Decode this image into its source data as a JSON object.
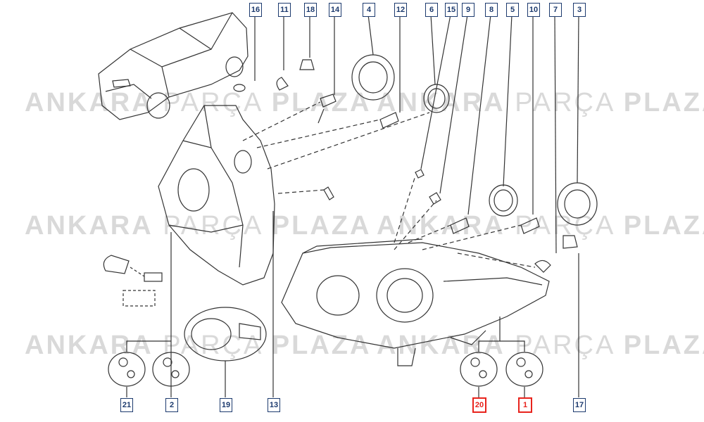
{
  "watermark": {
    "bold_a": "ANKARA",
    "light": "PARÇA",
    "bold_b": "PLAZA"
  },
  "callouts": [
    {
      "id": "c16",
      "label": "16",
      "highlight": false
    },
    {
      "id": "c11",
      "label": "11",
      "highlight": false
    },
    {
      "id": "c18",
      "label": "18",
      "highlight": false
    },
    {
      "id": "c14",
      "label": "14",
      "highlight": false
    },
    {
      "id": "c4",
      "label": "4",
      "highlight": false
    },
    {
      "id": "c12",
      "label": "12",
      "highlight": false
    },
    {
      "id": "c6",
      "label": "6",
      "highlight": false
    },
    {
      "id": "c15",
      "label": "15",
      "highlight": false
    },
    {
      "id": "c9",
      "label": "9",
      "highlight": false
    },
    {
      "id": "c8",
      "label": "8",
      "highlight": false
    },
    {
      "id": "c5",
      "label": "5",
      "highlight": false
    },
    {
      "id": "c10",
      "label": "10",
      "highlight": false
    },
    {
      "id": "c7",
      "label": "7",
      "highlight": false
    },
    {
      "id": "c3",
      "label": "3",
      "highlight": false
    },
    {
      "id": "c21",
      "label": "21",
      "highlight": false
    },
    {
      "id": "c2",
      "label": "2",
      "highlight": false
    },
    {
      "id": "c19",
      "label": "19",
      "highlight": false
    },
    {
      "id": "c13",
      "label": "13",
      "highlight": false
    },
    {
      "id": "c20",
      "label": "20",
      "highlight": true
    },
    {
      "id": "c1",
      "label": "1",
      "highlight": true
    },
    {
      "id": "c17",
      "label": "17",
      "highlight": false
    }
  ],
  "colors": {
    "callout_border": "#1c3a6e",
    "highlight": "#e8231c",
    "line": "#333333",
    "watermark": "#d9d9d9"
  }
}
